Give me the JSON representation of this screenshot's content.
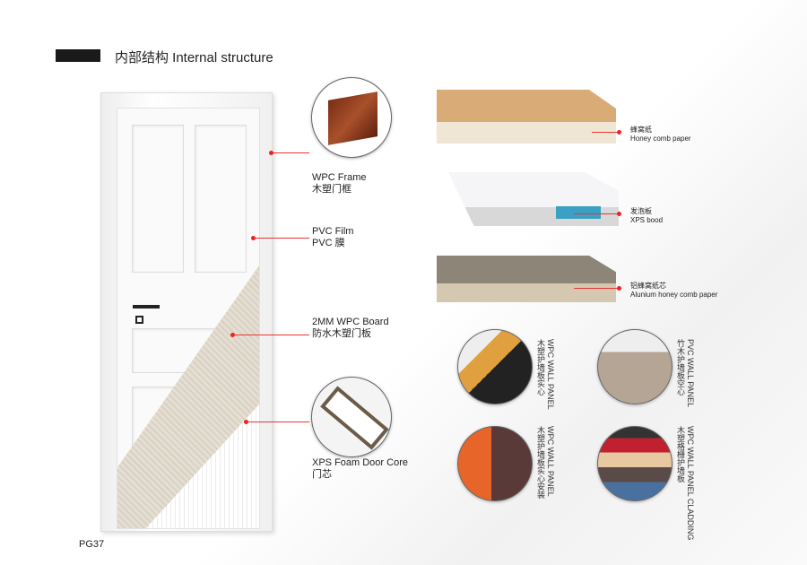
{
  "header": {
    "title": "内部结构 Internal structure"
  },
  "door_labels": [
    {
      "en": "WPC Frame",
      "cn": "木塑门框"
    },
    {
      "en": "PVC Film",
      "cn": "PVC 膜"
    },
    {
      "en": "2MM WPC Board",
      "cn": "防水木塑门板"
    },
    {
      "en": "XPS Foam Door Core",
      "cn": "门芯"
    }
  ],
  "boards": [
    {
      "cn": "蜂窝纸",
      "en": "Honey comb paper"
    },
    {
      "cn": "发泡板",
      "en": "XPS bood"
    },
    {
      "cn": "铝蜂窝纸芯",
      "en": "Alunium honey comb paper"
    }
  ],
  "panels": [
    {
      "en": "WPC WALL PANEL",
      "cn": "木塑护墙板实心"
    },
    {
      "en": "PVC WALL PANEL",
      "cn": "竹木护墙板空心"
    },
    {
      "en": "WPC WALL PANEL",
      "cn": "木塑护墙板实心安装"
    },
    {
      "en": "WPC WALL PANEL CLADDING",
      "cn": "木塑格栅护墙板"
    }
  ],
  "footer": {
    "page": "PG37"
  },
  "colors": {
    "accent": "#e33333"
  }
}
